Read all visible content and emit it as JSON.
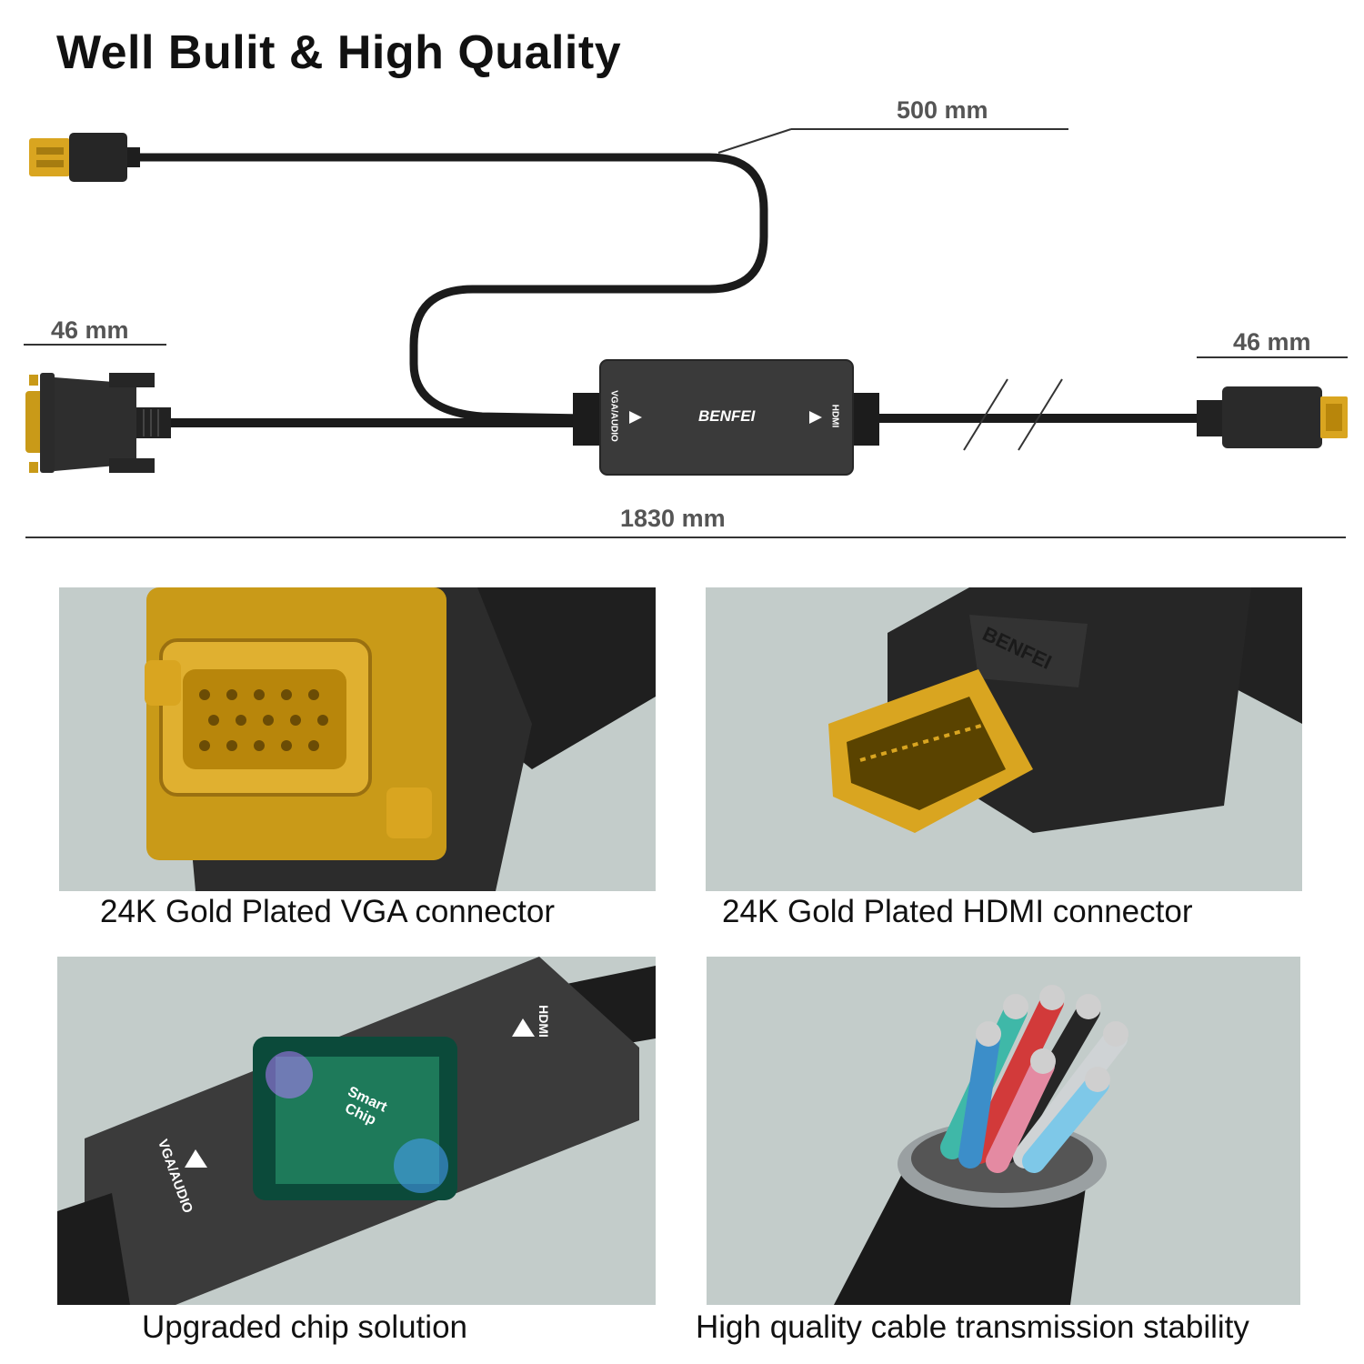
{
  "title": "Well Bulit & High Quality",
  "dimensions": {
    "usb_cable": "500 mm",
    "vga_end": "46 mm",
    "hdmi_end": "46 mm",
    "total": "1830 mm"
  },
  "adapter": {
    "brand": "BENFEI",
    "input_label": "VGA/AUDIO",
    "output_label": "HDMI"
  },
  "chip_label": "Smart Chip",
  "hdmi_plug_brand": "BENFEI",
  "captions": {
    "vga": "24K Gold Plated VGA connector",
    "hdmi": "24K Gold Plated HDMI connector",
    "chip": "Upgraded chip solution",
    "cable": "High quality cable transmission stability"
  },
  "colors": {
    "gold": "#d4a017",
    "connector_black": "#2a2a2a",
    "panel_bg": "#c3ccca"
  }
}
